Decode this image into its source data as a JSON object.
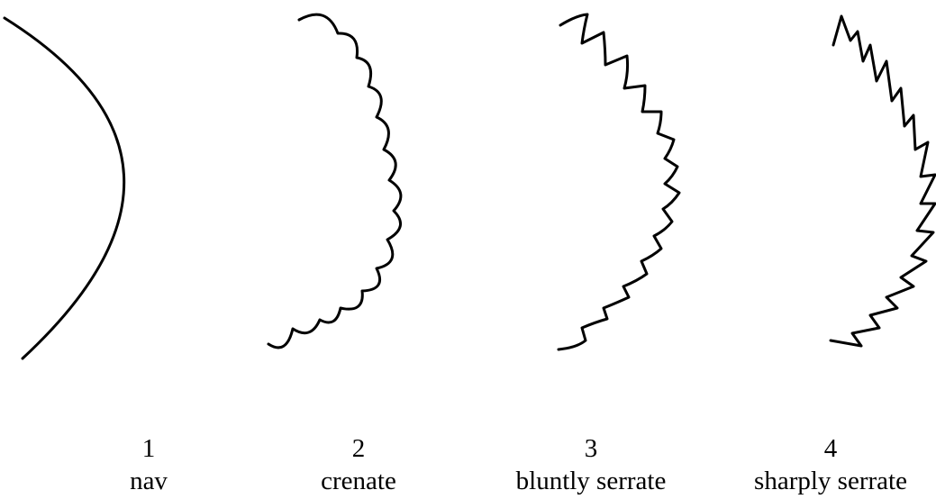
{
  "figure": {
    "margin_types": [
      {
        "number": "1",
        "label": "nav"
      },
      {
        "number": "2",
        "label": "crenate"
      },
      {
        "number": "3",
        "label": "bluntly serrate"
      },
      {
        "number": "4",
        "label": "sharply serrate"
      }
    ]
  },
  "colors": {
    "ink": "#000000",
    "background": "#ffffff"
  }
}
